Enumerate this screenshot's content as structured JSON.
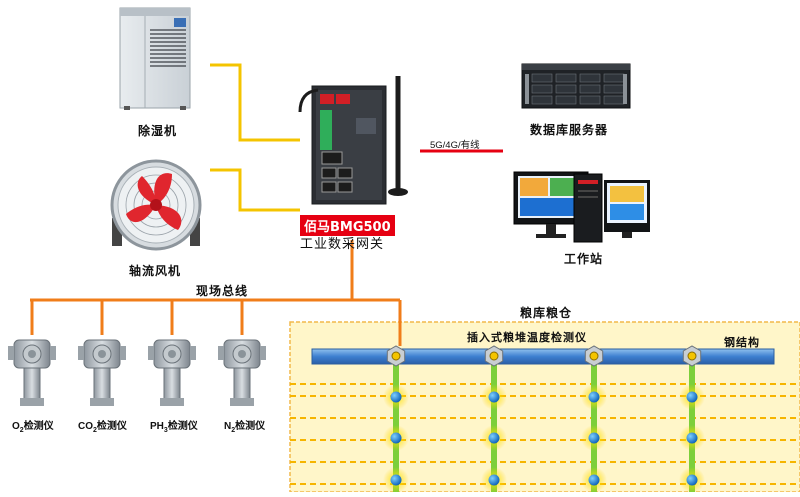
{
  "devices": {
    "dehumidifier": "除湿机",
    "fan": "轴流风机",
    "gateway_brand": "佰马BMG500",
    "gateway_sub": "工业数采网关",
    "db_server": "数据库服务器",
    "workstation": "工作站",
    "link": "5G/4G/有线"
  },
  "bus": {
    "label": "现场总线"
  },
  "sensors": [
    {
      "prefix": "O",
      "subscript": "2",
      "suffix": "检测仪"
    },
    {
      "prefix": "CO",
      "subscript": "2",
      "suffix": "检测仪"
    },
    {
      "prefix": "PH",
      "subscript": "3",
      "suffix": "检测仪"
    },
    {
      "prefix": "N",
      "subscript": "2",
      "suffix": "检测仪"
    }
  ],
  "granary": {
    "title": "粮库粮仓",
    "probe_label": "插入式粮堆温度检测仪",
    "steel_label": "钢结构"
  },
  "colors": {
    "orange_line": "#f07d1a",
    "yellow_line": "#f4c400",
    "red_link": "#e60012",
    "granary_fill": "#fff6c9",
    "beam": "#4a8fd8"
  }
}
